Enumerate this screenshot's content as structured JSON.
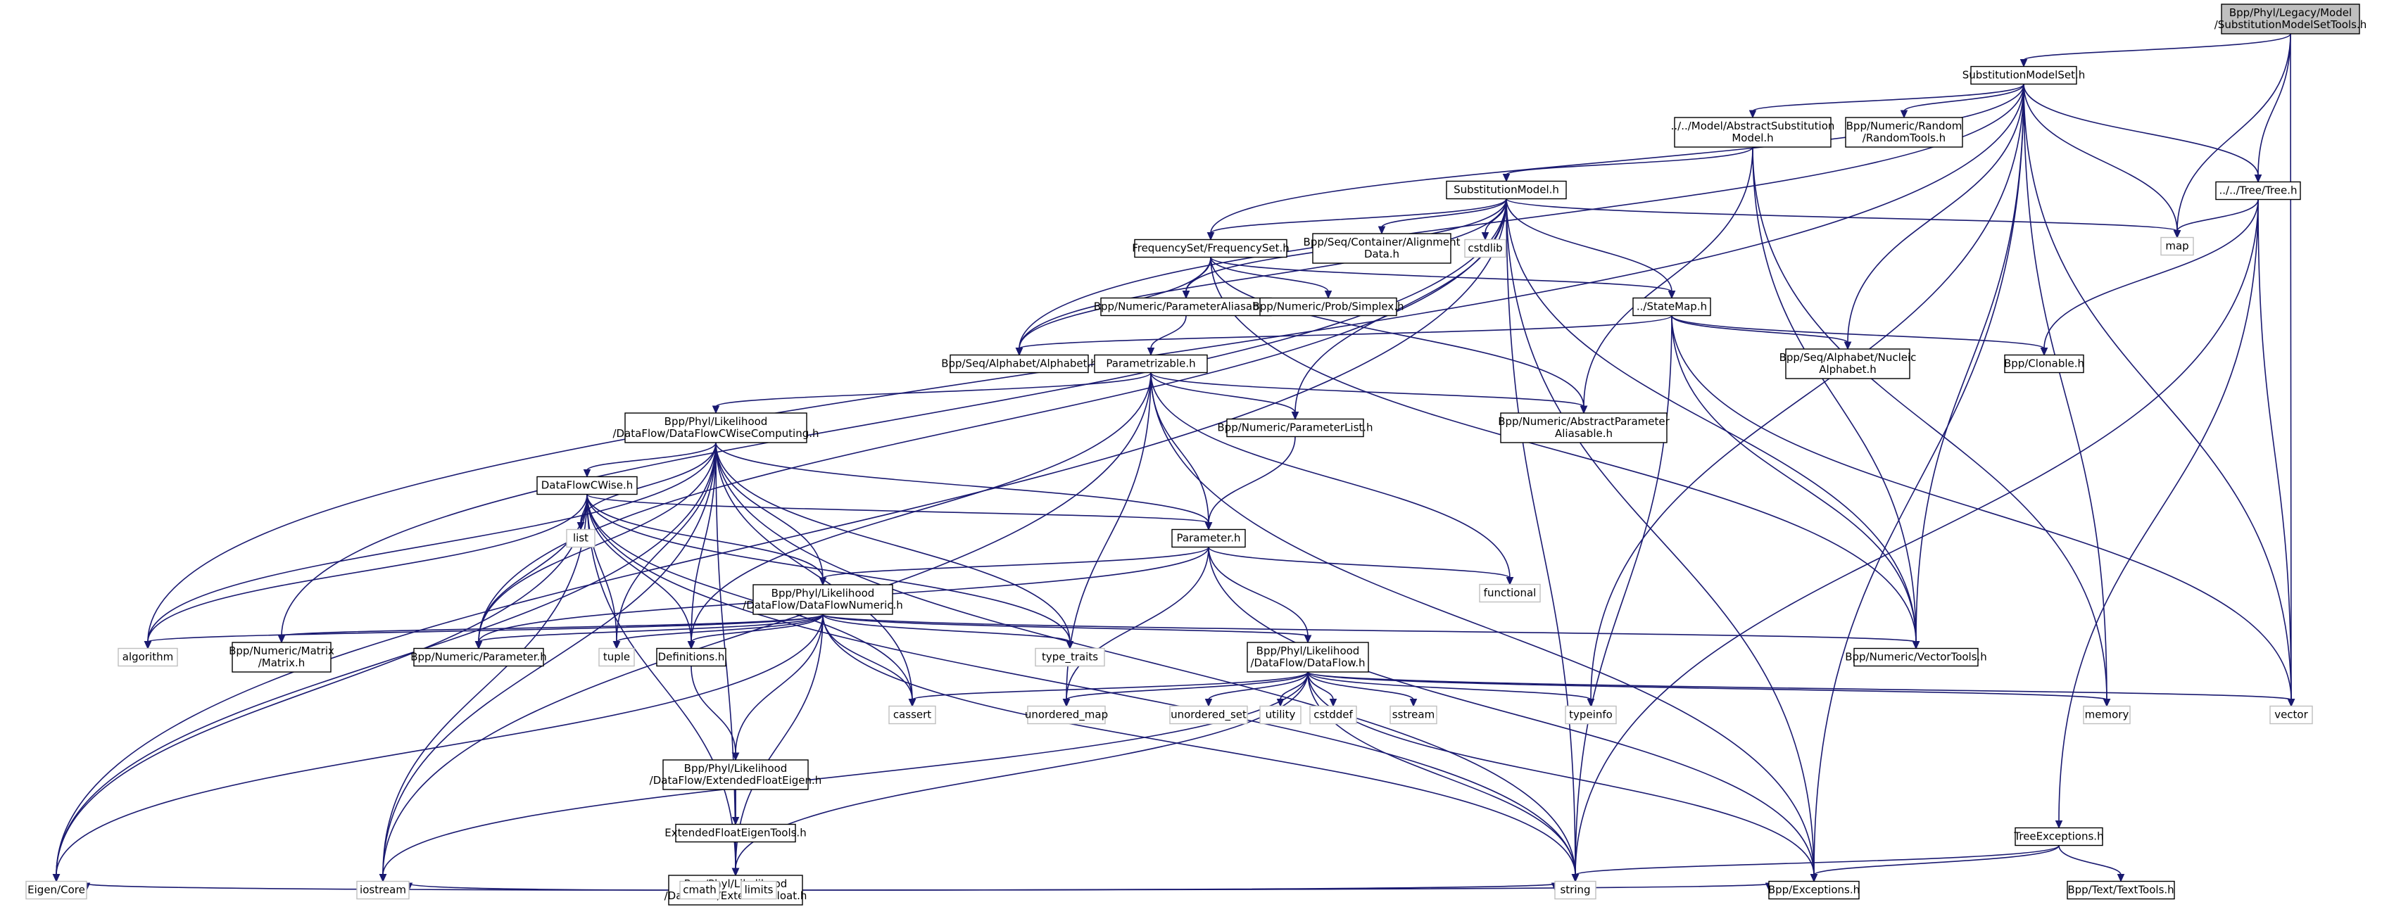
{
  "title": "Bpp/Phyl/Legacy/Model/SubstitutionModelSetTools.h include dependency graph",
  "colors": {
    "edge": "#191970",
    "root_fill": "#bfbfbf",
    "node_border": "#000000",
    "external_border": "#bfbfbf"
  },
  "nodes": [
    {
      "id": "root",
      "lines": [
        "Bpp/Phyl/Legacy/Model",
        "/SubstitutionModelSetTools.h"
      ],
      "kind": "root"
    },
    {
      "id": "sms",
      "lines": [
        "SubstitutionModelSet.h"
      ],
      "kind": "doc"
    },
    {
      "id": "asm",
      "lines": [
        "../../Model/AbstractSubstitution",
        "Model.h"
      ],
      "kind": "doc"
    },
    {
      "id": "rnd",
      "lines": [
        "Bpp/Numeric/Random",
        "/RandomTools.h"
      ],
      "kind": "doc"
    },
    {
      "id": "tree",
      "lines": [
        "../../Tree/Tree.h"
      ],
      "kind": "doc"
    },
    {
      "id": "sm",
      "lines": [
        "SubstitutionModel.h"
      ],
      "kind": "doc"
    },
    {
      "id": "map",
      "lines": [
        "map"
      ],
      "kind": "ext"
    },
    {
      "id": "freq",
      "lines": [
        "FrequencySet/FrequencySet.h"
      ],
      "kind": "doc"
    },
    {
      "id": "align",
      "lines": [
        "Bpp/Seq/Container/Alignment",
        "Data.h"
      ],
      "kind": "doc"
    },
    {
      "id": "cstdlib",
      "lines": [
        "cstdlib"
      ],
      "kind": "ext"
    },
    {
      "id": "pal",
      "lines": [
        "Bpp/Numeric/ParameterAliasable.h"
      ],
      "kind": "doc"
    },
    {
      "id": "simplex",
      "lines": [
        "Bpp/Numeric/Prob/Simplex.h"
      ],
      "kind": "doc"
    },
    {
      "id": "statemap",
      "lines": [
        "../StateMap.h"
      ],
      "kind": "doc"
    },
    {
      "id": "alphabet",
      "lines": [
        "Bpp/Seq/Alphabet/Alphabet.h"
      ],
      "kind": "doc"
    },
    {
      "id": "nucleic",
      "lines": [
        "Bpp/Seq/Alphabet/Nucleic",
        "Alphabet.h"
      ],
      "kind": "doc"
    },
    {
      "id": "clonable",
      "lines": [
        "Bpp/Clonable.h"
      ],
      "kind": "doc"
    },
    {
      "id": "parametrizable",
      "lines": [
        "Parametrizable.h"
      ],
      "kind": "doc"
    },
    {
      "id": "dfcw_comp",
      "lines": [
        "Bpp/Phyl/Likelihood",
        "/DataFlow/DataFlowCWiseComputing.h"
      ],
      "kind": "doc"
    },
    {
      "id": "plist",
      "lines": [
        "Bpp/Numeric/ParameterList.h"
      ],
      "kind": "doc"
    },
    {
      "id": "apa",
      "lines": [
        "Bpp/Numeric/AbstractParameter",
        "Aliasable.h"
      ],
      "kind": "doc"
    },
    {
      "id": "dfcw",
      "lines": [
        "DataFlowCWise.h"
      ],
      "kind": "doc"
    },
    {
      "id": "list",
      "lines": [
        "list"
      ],
      "kind": "ext"
    },
    {
      "id": "parameter",
      "lines": [
        "Parameter.h"
      ],
      "kind": "doc"
    },
    {
      "id": "functional",
      "lines": [
        "functional"
      ],
      "kind": "ext"
    },
    {
      "id": "dfnum",
      "lines": [
        "Bpp/Phyl/Likelihood",
        "/DataFlow/DataFlowNumeric.h"
      ],
      "kind": "doc"
    },
    {
      "id": "algorithm",
      "lines": [
        "algorithm"
      ],
      "kind": "ext"
    },
    {
      "id": "matrix",
      "lines": [
        "Bpp/Numeric/Matrix",
        "/Matrix.h"
      ],
      "kind": "doc"
    },
    {
      "id": "numparam",
      "lines": [
        "Bpp/Numeric/Parameter.h"
      ],
      "kind": "doc"
    },
    {
      "id": "tuple",
      "lines": [
        "tuple"
      ],
      "kind": "ext"
    },
    {
      "id": "definitions",
      "lines": [
        "Definitions.h"
      ],
      "kind": "doc"
    },
    {
      "id": "type_traits",
      "lines": [
        "type_traits"
      ],
      "kind": "ext"
    },
    {
      "id": "vectortools",
      "lines": [
        "Bpp/Numeric/VectorTools.h"
      ],
      "kind": "doc"
    },
    {
      "id": "dataflow",
      "lines": [
        "Bpp/Phyl/Likelihood",
        "/DataFlow/DataFlow.h"
      ],
      "kind": "doc"
    },
    {
      "id": "cassert",
      "lines": [
        "cassert"
      ],
      "kind": "ext"
    },
    {
      "id": "unordered_map",
      "lines": [
        "unordered_map"
      ],
      "kind": "ext"
    },
    {
      "id": "unordered_set",
      "lines": [
        "unordered_set"
      ],
      "kind": "ext"
    },
    {
      "id": "utility",
      "lines": [
        "utility"
      ],
      "kind": "ext"
    },
    {
      "id": "cstddef",
      "lines": [
        "cstddef"
      ],
      "kind": "ext"
    },
    {
      "id": "sstream",
      "lines": [
        "sstream"
      ],
      "kind": "ext"
    },
    {
      "id": "typeinfo",
      "lines": [
        "typeinfo"
      ],
      "kind": "ext"
    },
    {
      "id": "memory",
      "lines": [
        "memory"
      ],
      "kind": "ext"
    },
    {
      "id": "vector",
      "lines": [
        "vector"
      ],
      "kind": "ext"
    },
    {
      "id": "efeigen",
      "lines": [
        "Bpp/Phyl/Likelihood",
        "/DataFlow/ExtendedFloatEigen.h"
      ],
      "kind": "doc"
    },
    {
      "id": "efeigentools",
      "lines": [
        "ExtendedFloatEigenTools.h"
      ],
      "kind": "doc"
    },
    {
      "id": "extfloat",
      "lines": [
        "Bpp/Phyl/Likelihood",
        "/DataFlow/ExtendedFloat.h"
      ],
      "kind": "doc"
    },
    {
      "id": "eigen",
      "lines": [
        "Eigen/Core"
      ],
      "kind": "ext"
    },
    {
      "id": "iostream",
      "lines": [
        "iostream"
      ],
      "kind": "ext"
    },
    {
      "id": "cmath",
      "lines": [
        "cmath"
      ],
      "kind": "ext"
    },
    {
      "id": "limits",
      "lines": [
        "limits"
      ],
      "kind": "ext"
    },
    {
      "id": "string",
      "lines": [
        "string"
      ],
      "kind": "ext"
    },
    {
      "id": "exceptions",
      "lines": [
        "Bpp/Exceptions.h"
      ],
      "kind": "doc"
    },
    {
      "id": "treeexc",
      "lines": [
        "TreeExceptions.h"
      ],
      "kind": "doc"
    },
    {
      "id": "texttools",
      "lines": [
        "Bpp/Text/TextTools.h"
      ],
      "kind": "doc"
    }
  ],
  "edges": [
    [
      "root",
      "sms"
    ],
    [
      "root",
      "map"
    ],
    [
      "root",
      "tree"
    ],
    [
      "root",
      "vector"
    ],
    [
      "sms",
      "asm"
    ],
    [
      "sms",
      "rnd"
    ],
    [
      "sms",
      "tree"
    ],
    [
      "sms",
      "map"
    ],
    [
      "sms",
      "freq"
    ],
    [
      "sms",
      "alphabet"
    ],
    [
      "sms",
      "nucleic"
    ],
    [
      "sms",
      "vectortools"
    ],
    [
      "sms",
      "typeinfo"
    ],
    [
      "sms",
      "memory"
    ],
    [
      "sms",
      "vector"
    ],
    [
      "sms",
      "exceptions"
    ],
    [
      "sms",
      "algorithm"
    ],
    [
      "asm",
      "sm"
    ],
    [
      "asm",
      "apa"
    ],
    [
      "asm",
      "vectortools"
    ],
    [
      "asm",
      "memory"
    ],
    [
      "tree",
      "map"
    ],
    [
      "tree",
      "clonable"
    ],
    [
      "tree",
      "vector"
    ],
    [
      "tree",
      "string"
    ],
    [
      "tree",
      "treeexc"
    ],
    [
      "sm",
      "map"
    ],
    [
      "sm",
      "freq"
    ],
    [
      "sm",
      "align"
    ],
    [
      "sm",
      "cstdlib"
    ],
    [
      "sm",
      "pal"
    ],
    [
      "sm",
      "statemap"
    ],
    [
      "sm",
      "alphabet"
    ],
    [
      "sm",
      "plist"
    ],
    [
      "sm",
      "vectortools"
    ],
    [
      "sm",
      "string"
    ],
    [
      "sm",
      "exceptions"
    ],
    [
      "sm",
      "eigen"
    ],
    [
      "sm",
      "matrix"
    ],
    [
      "sm",
      "numparam"
    ],
    [
      "freq",
      "pal"
    ],
    [
      "freq",
      "simplex"
    ],
    [
      "freq",
      "statemap"
    ],
    [
      "freq",
      "alphabet"
    ],
    [
      "freq",
      "apa"
    ],
    [
      "freq",
      "vectortools"
    ],
    [
      "pal",
      "parametrizable"
    ],
    [
      "statemap",
      "alphabet"
    ],
    [
      "statemap",
      "nucleic"
    ],
    [
      "statemap",
      "clonable"
    ],
    [
      "statemap",
      "vectortools"
    ],
    [
      "statemap",
      "string"
    ],
    [
      "statemap",
      "vector"
    ],
    [
      "parametrizable",
      "dfcw_comp"
    ],
    [
      "parametrizable",
      "plist"
    ],
    [
      "parametrizable",
      "apa"
    ],
    [
      "parametrizable",
      "parameter"
    ],
    [
      "parametrizable",
      "functional"
    ],
    [
      "parametrizable",
      "definitions"
    ],
    [
      "parametrizable",
      "unordered_map"
    ],
    [
      "parametrizable",
      "exceptions"
    ],
    [
      "parametrizable",
      "iostream"
    ],
    [
      "plist",
      "parameter"
    ],
    [
      "dfcw_comp",
      "dfcw"
    ],
    [
      "dfcw_comp",
      "list"
    ],
    [
      "dfcw_comp",
      "parameter"
    ],
    [
      "dfcw_comp",
      "dfnum"
    ],
    [
      "dfcw_comp",
      "algorithm"
    ],
    [
      "dfcw_comp",
      "numparam"
    ],
    [
      "dfcw_comp",
      "tuple"
    ],
    [
      "dfcw_comp",
      "definitions"
    ],
    [
      "dfcw_comp",
      "type_traits"
    ],
    [
      "dfcw_comp",
      "cassert"
    ],
    [
      "dfcw_comp",
      "string"
    ],
    [
      "dfcw_comp",
      "eigen"
    ],
    [
      "dfcw_comp",
      "iostream"
    ],
    [
      "dfcw_comp",
      "extfloat"
    ],
    [
      "dfcw",
      "list"
    ],
    [
      "dfcw",
      "parameter"
    ],
    [
      "dfcw",
      "dfnum"
    ],
    [
      "dfcw",
      "algorithm"
    ],
    [
      "dfcw",
      "numparam"
    ],
    [
      "dfcw",
      "tuple"
    ],
    [
      "dfcw",
      "definitions"
    ],
    [
      "dfcw",
      "type_traits"
    ],
    [
      "dfcw",
      "cassert"
    ],
    [
      "dfcw",
      "string"
    ],
    [
      "dfcw",
      "eigen"
    ],
    [
      "dfcw",
      "iostream"
    ],
    [
      "dfcw",
      "extfloat"
    ],
    [
      "parameter",
      "dfnum"
    ],
    [
      "parameter",
      "functional"
    ],
    [
      "parameter",
      "numparam"
    ],
    [
      "parameter",
      "dataflow"
    ],
    [
      "parameter",
      "unordered_map"
    ],
    [
      "parameter",
      "exceptions"
    ],
    [
      "dfnum",
      "algorithm"
    ],
    [
      "dfnum",
      "matrix"
    ],
    [
      "dfnum",
      "numparam"
    ],
    [
      "dfnum",
      "tuple"
    ],
    [
      "dfnum",
      "definitions"
    ],
    [
      "dfnum",
      "type_traits"
    ],
    [
      "dfnum",
      "vectortools"
    ],
    [
      "dfnum",
      "dataflow"
    ],
    [
      "dfnum",
      "cassert"
    ],
    [
      "dfnum",
      "efeigen"
    ],
    [
      "dfnum",
      "extfloat"
    ],
    [
      "dfnum",
      "eigen"
    ],
    [
      "dfnum",
      "string"
    ],
    [
      "definitions",
      "efeigen"
    ],
    [
      "dataflow",
      "cassert"
    ],
    [
      "dataflow",
      "unordered_map"
    ],
    [
      "dataflow",
      "unordered_set"
    ],
    [
      "dataflow",
      "utility"
    ],
    [
      "dataflow",
      "cstddef"
    ],
    [
      "dataflow",
      "sstream"
    ],
    [
      "dataflow",
      "typeinfo"
    ],
    [
      "dataflow",
      "memory"
    ],
    [
      "dataflow",
      "vector"
    ],
    [
      "dataflow",
      "string"
    ],
    [
      "dataflow",
      "exceptions"
    ],
    [
      "dataflow",
      "iostream"
    ],
    [
      "dataflow",
      "extfloat"
    ],
    [
      "efeigen",
      "efeigentools"
    ],
    [
      "efeigen",
      "extfloat"
    ],
    [
      "efeigentools",
      "extfloat"
    ],
    [
      "extfloat",
      "eigen"
    ],
    [
      "extfloat",
      "iostream"
    ],
    [
      "extfloat",
      "cmath"
    ],
    [
      "extfloat",
      "limits"
    ],
    [
      "extfloat",
      "string"
    ],
    [
      "extfloat",
      "exceptions"
    ],
    [
      "treeexc",
      "exceptions"
    ],
    [
      "treeexc",
      "texttools"
    ],
    [
      "treeexc",
      "string"
    ]
  ]
}
